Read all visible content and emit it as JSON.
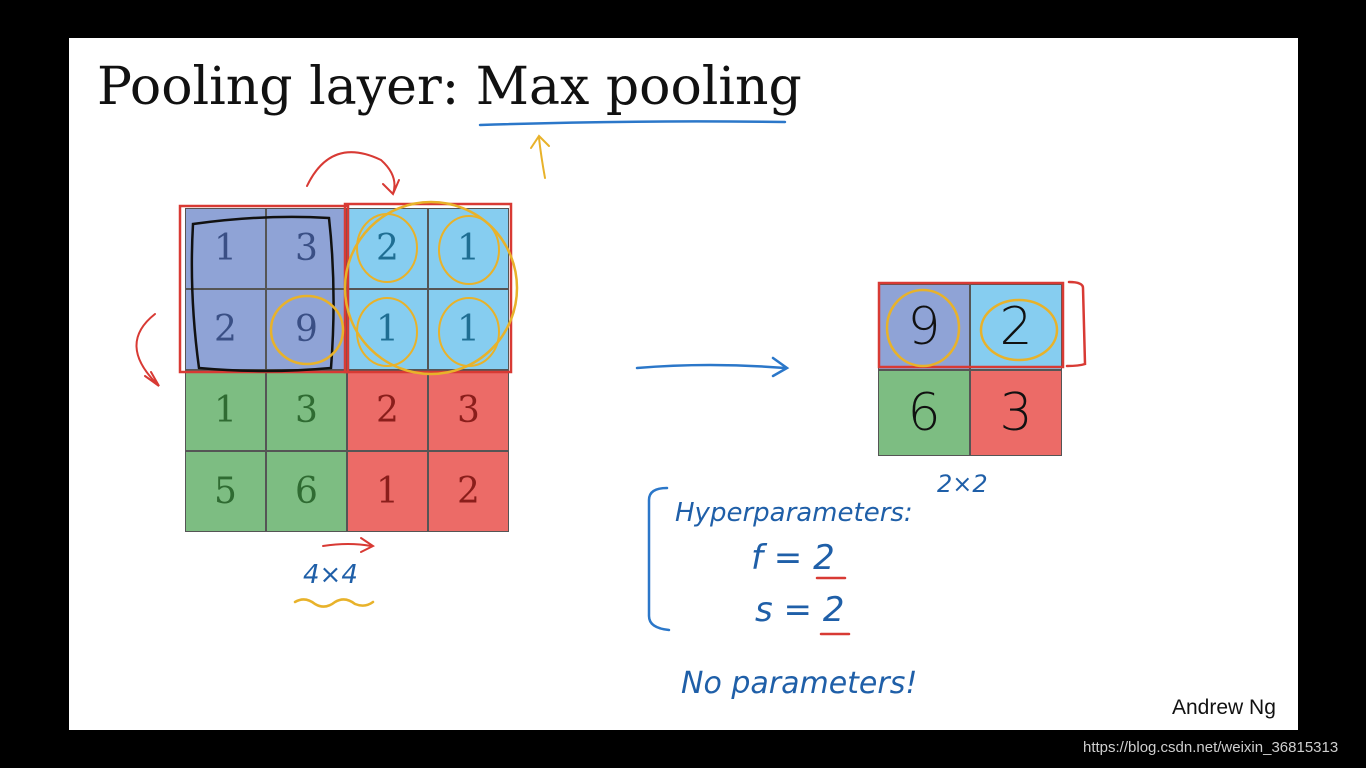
{
  "slide": {
    "title_prefix": "Pooling layer: ",
    "title_emphasis": "Max pooling",
    "attribution": "Andrew Ng"
  },
  "input": {
    "size_label": "4×4",
    "rows": [
      [
        "1",
        "3",
        "2",
        "1"
      ],
      [
        "2",
        "9",
        "1",
        "1"
      ],
      [
        "1",
        "3",
        "2",
        "3"
      ],
      [
        "5",
        "6",
        "1",
        "2"
      ]
    ]
  },
  "output": {
    "size_label": "2×2",
    "rows": [
      [
        "9",
        "2"
      ],
      [
        "6",
        "3"
      ]
    ]
  },
  "hyperparameters": {
    "title": "Hyperparameters:",
    "f": "f = 2",
    "s": "s = 2",
    "note": "No parameters!"
  },
  "colors": {
    "purple": "#8fa3d6",
    "blue": "#86cdf0",
    "green": "#7dbd82",
    "red": "#ec6b67",
    "ink_purple": "#3a4f85",
    "ink_blue": "#1f6e93",
    "ink_green": "#2f6b32",
    "ink_red": "#8a1e1b"
  },
  "watermark": "https://blog.csdn.net/weixin_36815313"
}
